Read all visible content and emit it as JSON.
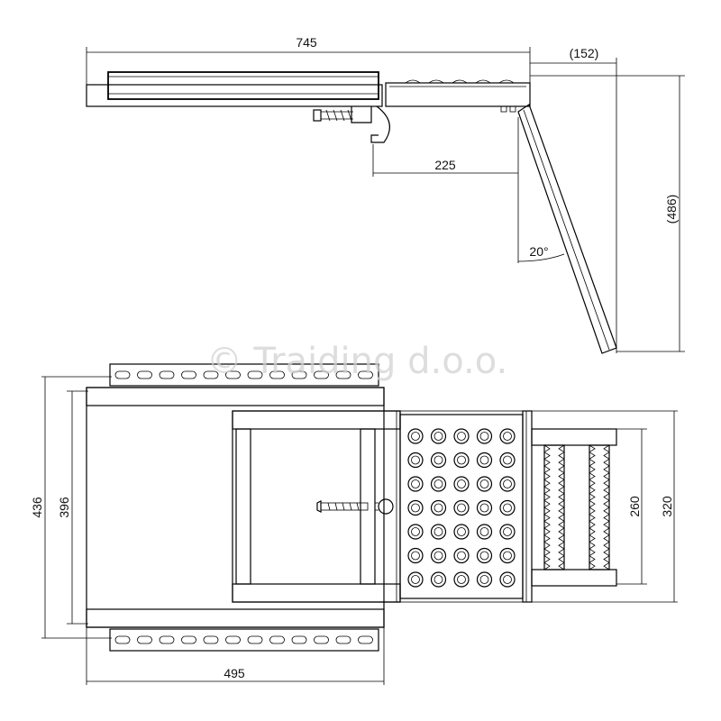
{
  "watermark": "© Traiding d.o.o.",
  "side_view": {
    "dims": {
      "total_length": "745",
      "extension": "(152)",
      "leg_offset": "225",
      "height": "(486)",
      "angle": "20°"
    }
  },
  "top_view": {
    "dims": {
      "outer_width": "436",
      "inner_width": "396",
      "length": "495",
      "step_outer": "320",
      "step_inner": "260"
    },
    "grip_plate": {
      "rows": 7,
      "cols": 5
    },
    "slot_count": 12
  }
}
